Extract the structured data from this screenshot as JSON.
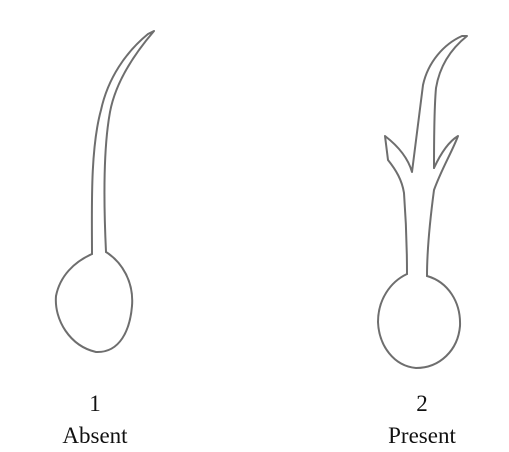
{
  "items": [
    {
      "number": "1",
      "caption": "Absent"
    },
    {
      "number": "2",
      "caption": "Present"
    }
  ],
  "colors": {
    "line": "#6e6e6e",
    "text": "#111111",
    "background": "#ffffff"
  }
}
